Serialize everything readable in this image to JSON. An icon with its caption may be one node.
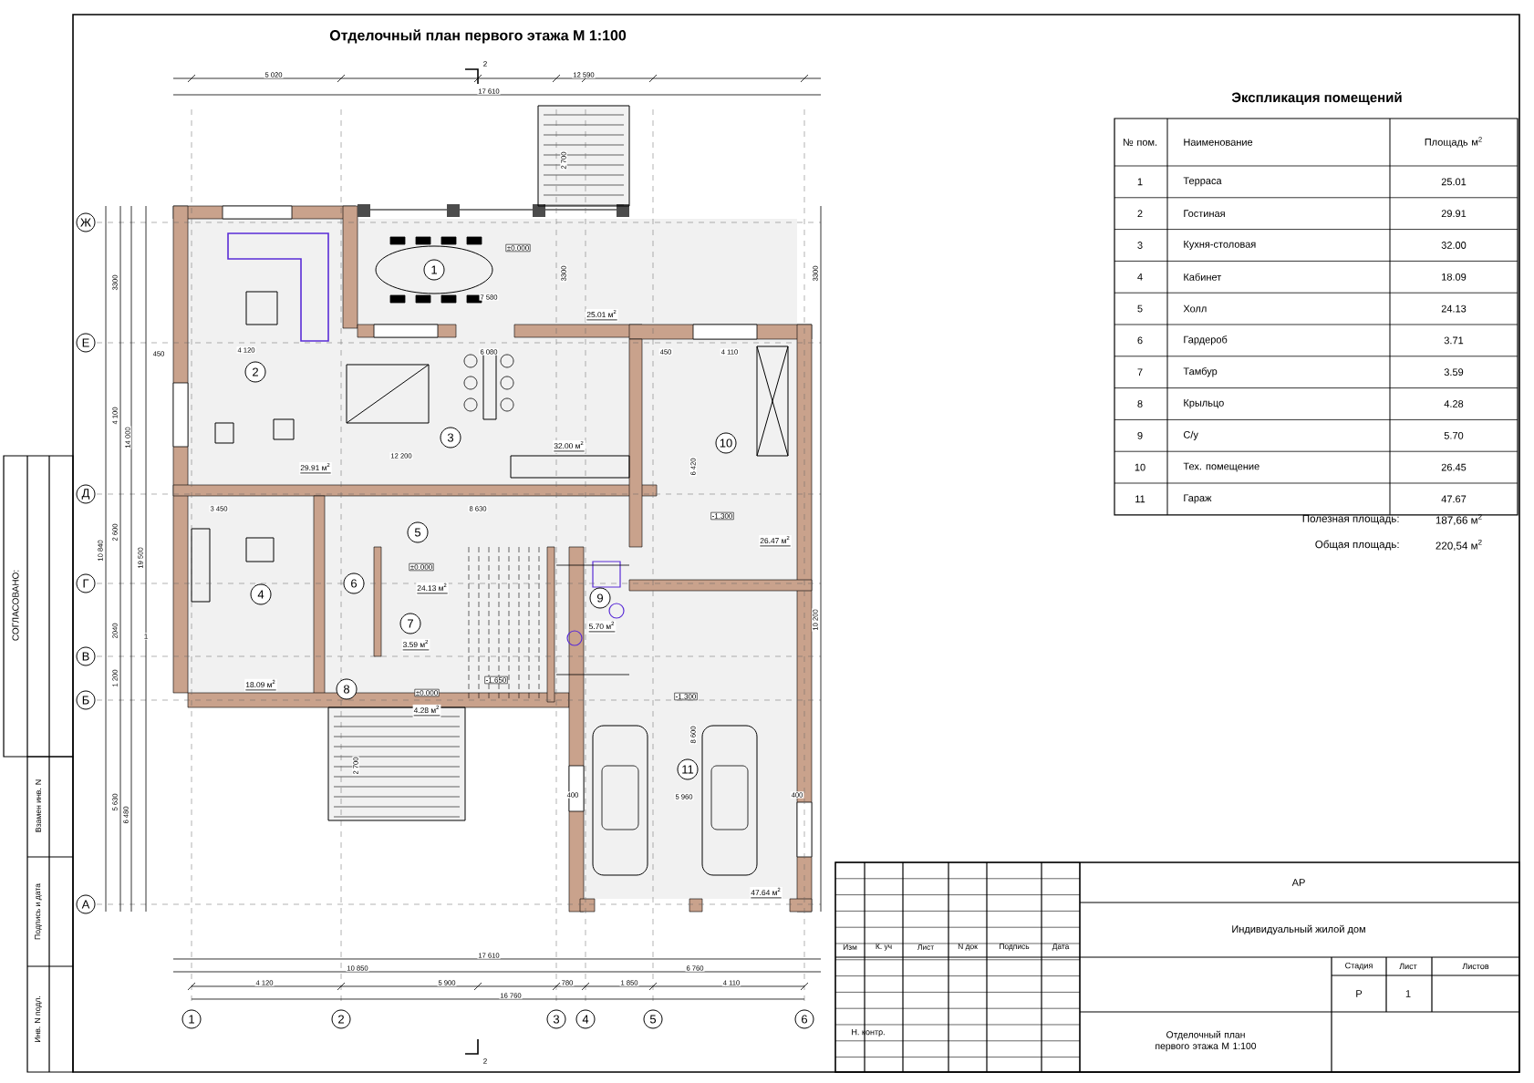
{
  "diagram": {
    "title": "Отделочный план первого этажа М 1:100",
    "nodes": [
      {
        "text": [
          "1"
        ]
      },
      {
        "text": [
          "2"
        ]
      },
      {
        "text": [
          "3"
        ]
      },
      {
        "text": [
          "4"
        ]
      },
      {
        "text": [
          "5"
        ]
      },
      {
        "text": [
          "6"
        ]
      },
      {
        "text": [
          "7"
        ]
      },
      {
        "text": [
          "8"
        ]
      },
      {
        "text": [
          "9"
        ]
      },
      {
        "text": [
          "10"
        ]
      },
      {
        "text": [
          "11"
        ]
      },
      {
        "text": [
          "Ж"
        ]
      },
      {
        "text": [
          "Е"
        ]
      },
      {
        "text": [
          "Д"
        ]
      },
      {
        "text": [
          "Г"
        ]
      },
      {
        "text": [
          "В"
        ]
      },
      {
        "text": [
          "Б"
        ]
      },
      {
        "text": [
          "А"
        ]
      },
      {
        "text": [
          "1"
        ]
      },
      {
        "text": [
          "2"
        ]
      },
      {
        "text": [
          "3"
        ]
      },
      {
        "text": [
          "4"
        ]
      },
      {
        "text": [
          "5"
        ]
      },
      {
        "text": [
          "6"
        ]
      }
    ],
    "labels": [
      "Экспликация помещений",
      "№ пом.",
      "Наименование",
      "Площадь м$^{2}$",
      "1",
      "Терраса",
      "25.01",
      "2",
      "Гостиная",
      "29.91",
      "3",
      "Кухня-столовая",
      "32.00",
      "4",
      "Кабинет",
      "18.09",
      "5",
      "Холл",
      "24.13",
      "6",
      "Гардероб",
      "3.71",
      "7",
      "Тамбур",
      "3.59",
      "8",
      "Крыльцо",
      "4.28",
      "9",
      "С/у",
      "5.70",
      "10",
      "Тех. помещение",
      "26.45",
      "11",
      "Гараж",
      "47.67",
      "Полезная площадь:",
      "187,66 м$^{2}$",
      "Общая площадь:",
      "220,54 м$^{2}$",
      "СОГЛАСОВАНО:",
      "Взамен инв. N",
      "Подпись и дата",
      "Инв. N подл.",
      "АР",
      "Индивидуальный жилой дом",
      "Изм",
      "К. уч",
      "Лист",
      "N док",
      "Подпись",
      "Дата",
      "Стадия",
      "Лист",
      "Листов",
      "Р",
      "1",
      "Н. контр.",
      "Отделочный план первого этажа М 1:100",
      "5 020",
      "12 590",
      "17 610",
      "17 610",
      "10 850",
      "6 760",
      "4 120",
      "5 900",
      "780",
      "1 850",
      "4 110",
      "16 760",
      "3300",
      "4 100",
      "14 000",
      "2 600",
      "10 840",
      "19 500",
      "2040",
      "1 200",
      "5 630",
      "6 480",
      "3300",
      "10 200",
      "2",
      "2",
      "1",
      "7 580",
      "3300",
      "2 700",
      "4 120",
      "450",
      "6 080",
      "450",
      "4 110",
      "12 200",
      "3 450",
      "8 630",
      "6 420",
      "2 700",
      "8 600",
      "400",
      "5 960",
      "400",
      "-1.300",
      "-1.300",
      "-1.650",
      "±0.000",
      "±0.000",
      "±0.000",
      "25.01 м$^{2}$",
      "29.91 м$^{2}$",
      "32.00 м$^{2}$",
      "18.09 м$^{2}$",
      "24.13 м$^{2}$",
      "3.59 м$^{2}$",
      "4.28 м$^{2}$",
      "5.70 м$^{2}$",
      "26.47 м$^{2}$",
      "47.64 м$^{2}$"
    ]
  }
}
